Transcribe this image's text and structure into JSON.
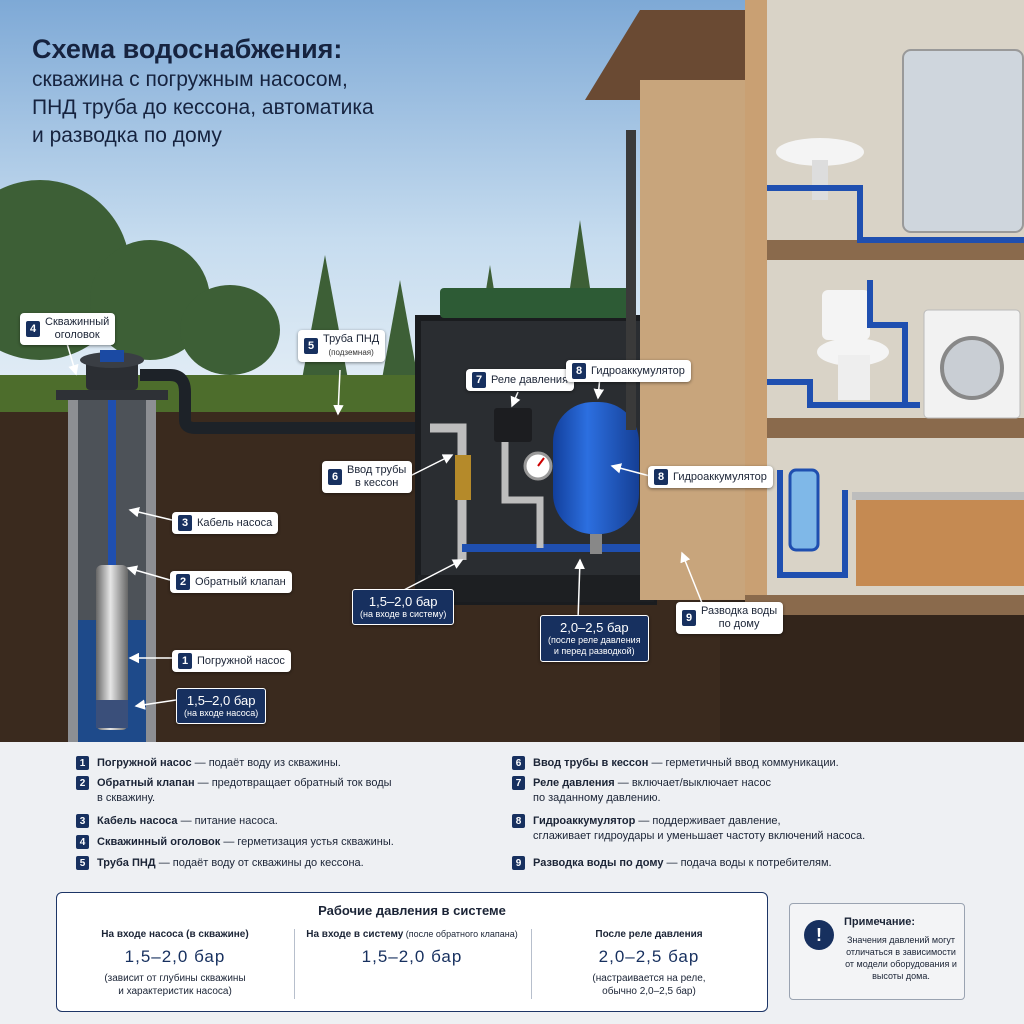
{
  "title": {
    "line1": "Схема водоснабжения:",
    "line2": "скважина с погружным насосом,",
    "line3": "ПНД труба до кессона, автоматика",
    "line4": "и разводка по дому"
  },
  "callouts": [
    {
      "num": "4",
      "text": "Скважинный",
      "text2": "оголовок"
    },
    {
      "num": "5",
      "text": "Труба ПНД",
      "sub": "(подземная)"
    },
    {
      "num": "7",
      "text": "Реле давления"
    },
    {
      "num": "8",
      "text": "Гидроаккумулятор"
    },
    {
      "num": "6",
      "text": "Ввод трубы",
      "text2": "в кессон"
    },
    {
      "num": "8",
      "text": "Гидроаккумулятор"
    },
    {
      "num": "3",
      "text": "Кабель насоса"
    },
    {
      "num": "2",
      "text": "Обратный клапан"
    },
    {
      "num": "1",
      "text": "Погружной насос"
    },
    {
      "num": "9",
      "text": "Разводка воды",
      "text2": "по дому"
    }
  ],
  "pressure_labels": [
    {
      "value": "1,5–2,0 бар",
      "note": "(на входе в систему)"
    },
    {
      "value": "2,0–2,5 бар",
      "note": "(после реле давления",
      "note2": "и перед разводкой)"
    },
    {
      "value": "1,5–2,0 бар",
      "note": "(на входе насоса)"
    }
  ],
  "legend": [
    {
      "num": "1",
      "name": "Погружной насос",
      "desc": " — подаёт воду из скважины."
    },
    {
      "num": "2",
      "name": "Обратный клапан",
      "desc": " — предотвращает обратный ток воды",
      "desc2": "в скважину."
    },
    {
      "num": "3",
      "name": "Кабель насоса",
      "desc": " — питание насоса."
    },
    {
      "num": "4",
      "name": "Скважинный оголовок",
      "desc": " — герметизация устья скважины."
    },
    {
      "num": "5",
      "name": "Труба ПНД",
      "desc": " — подаёт воду от скважины до кессона."
    },
    {
      "num": "6",
      "name": "Ввод трубы в кессон",
      "desc": " — герметичный ввод коммуникации."
    },
    {
      "num": "7",
      "name": "Реле давления",
      "desc": " — включает/выключает насос",
      "desc2": "по заданному давлению."
    },
    {
      "num": "8",
      "name": "Гидроаккумулятор",
      "desc": " — поддерживает давление,",
      "desc2": "сглаживает гидроудары и уменьшает частоту включений насоса."
    },
    {
      "num": "9",
      "name": "Разводка воды по дому",
      "desc": " — подача воды к потребителям."
    }
  ],
  "pressures": {
    "heading": "Рабочие давления в системе",
    "cols": [
      {
        "label": "На входе насоса (в скважине)",
        "label_small": "",
        "value": "1,5–2,0 бар",
        "note": "(зависит от глубины скважины",
        "note2": "и характеристик насоса)"
      },
      {
        "label": "На входе в систему",
        "label_small": " (после обратного клапана)",
        "value": "1,5–2,0 бар",
        "note": "",
        "note2": ""
      },
      {
        "label": "После реле давления",
        "label_small": "",
        "value": "2,0–2,5 бар",
        "note": "(настраивается на реле,",
        "note2": "обычно 2,0–2,5 бар)"
      }
    ]
  },
  "note": {
    "icon": "!",
    "title": "Примечание:",
    "text": "Значения давлений могут отличаться в зависимости от модели оборудования и высоты дома."
  },
  "colors": {
    "navy": "#17305f",
    "pipe_blue": "#1f4fb0",
    "tank_blue": "#1f5fd0",
    "soil": "#3a2a1e",
    "grass": "#4d6d2c",
    "sky": "#a9c8e6"
  }
}
